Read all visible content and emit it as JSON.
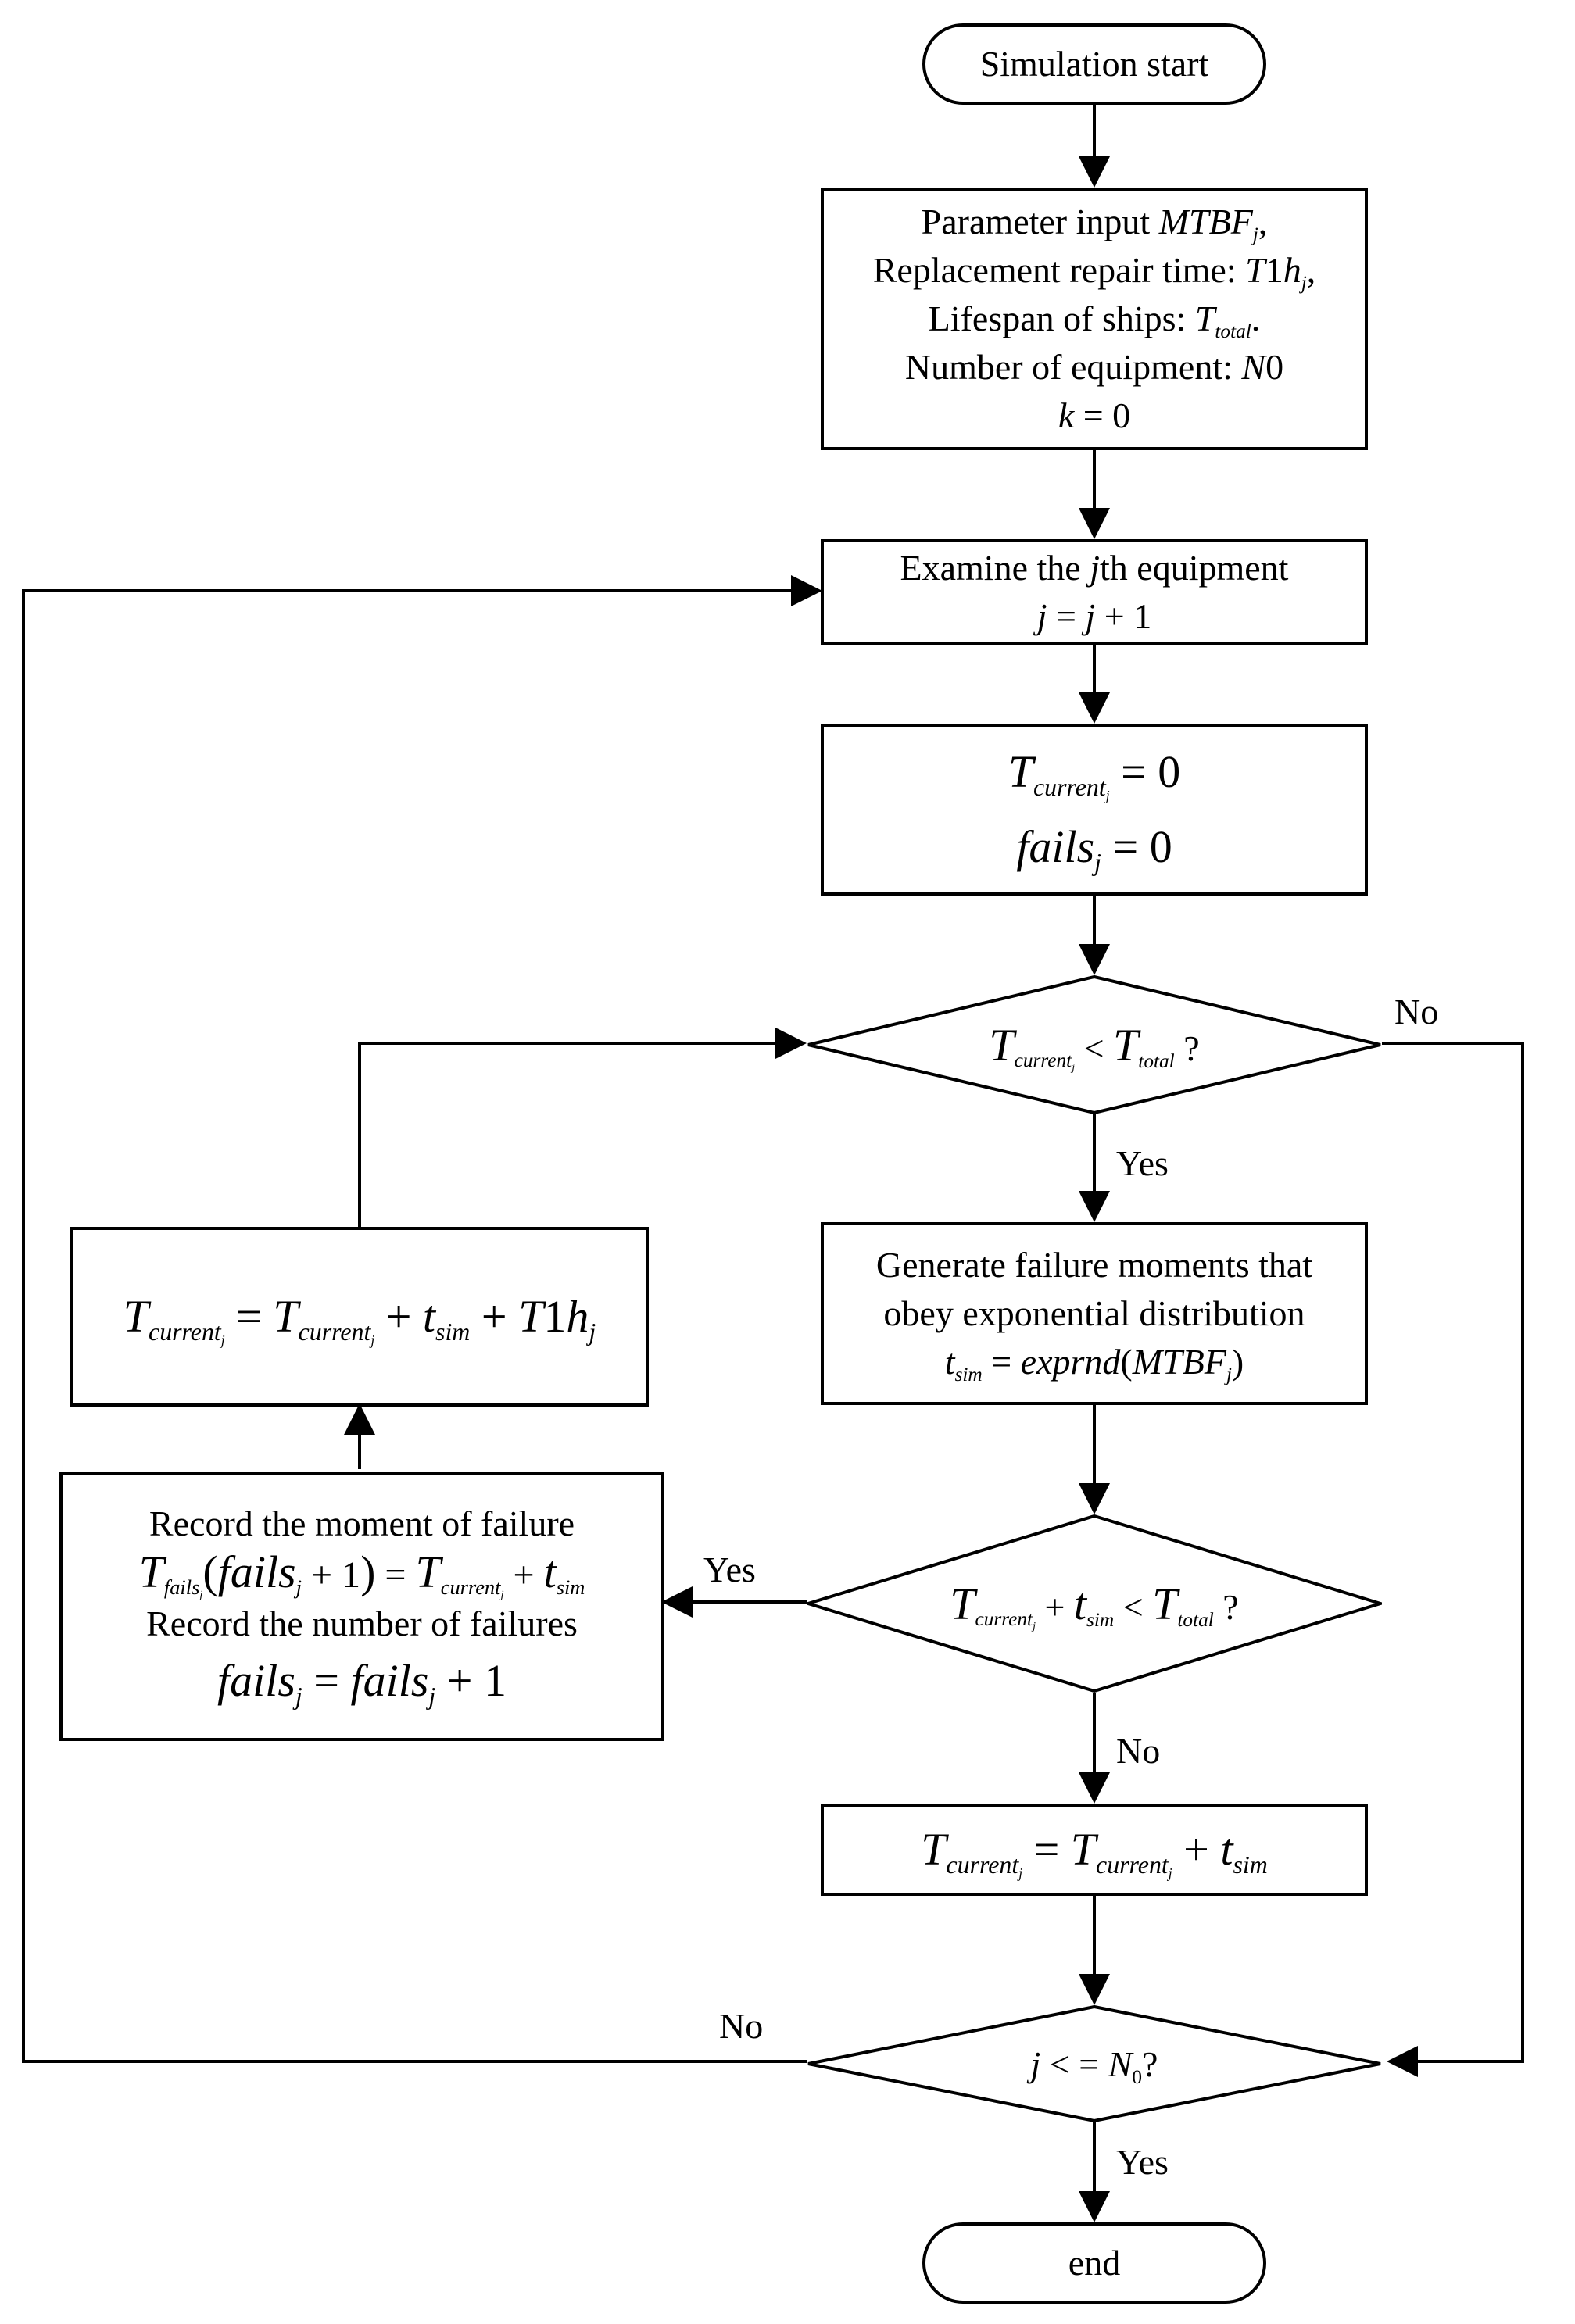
{
  "nodes": {
    "start": "Simulation start",
    "params": {
      "line1_text": "Parameter input ",
      "line1_var": "MTBF",
      "line1_sub": "j",
      "line1_end": ",",
      "line2_text": "Replacement repair time: ",
      "line2_var": "T",
      "line2_num": "1",
      "line2_var2": "h",
      "line2_sub": "j",
      "line2_end": ",",
      "line3_text": "Lifespan of ships: ",
      "line3_var": "T",
      "line3_sub": "total",
      "line3_end": ".",
      "line4_text": "Number of equipment: ",
      "line4_var": "N",
      "line4_num": "0",
      "line5_var": "k",
      "line5_rest": " = 0"
    },
    "examine": {
      "line1_a": "Examine the ",
      "line1_var": "j",
      "line1_b": "th equipment",
      "line2_var": "j",
      "line2_eq": " = ",
      "line2_var2": "j",
      "line2_rest": " + 1"
    },
    "init": {
      "t_var": "T",
      "t_sub": "current",
      "t_subsub": "j",
      "t_rest": " = 0",
      "f_var": "fails",
      "f_sub": "j",
      "f_rest": " = 0"
    },
    "cond1": {
      "t_var": "T",
      "t_sub": "current",
      "t_subsub": "j",
      "op": " < ",
      "t2_var": "T",
      "t2_sub": "total",
      "q": " ?"
    },
    "generate": {
      "line1": "Generate failure moments that",
      "line2": "obey exponential distribution",
      "line3_var": "t",
      "line3_sub": "sim",
      "line3_eq": " = ",
      "line3_func": "exprnd",
      "line3_open": "(",
      "line3_arg": "MTBF",
      "line3_argsub": "j",
      "line3_close": ")"
    },
    "update_left": {
      "lhs_var": "T",
      "lhs_sub": "current",
      "lhs_subsub": "j",
      "eq": " = ",
      "rhs_var": "T",
      "rhs_sub": "current",
      "rhs_subsub": "j",
      "plus1": " + ",
      "t_var": "t",
      "t_sub": "sim",
      "plus2": " + ",
      "T1_var": "T",
      "T1_num": "1",
      "h_var": "h",
      "h_sub": "j"
    },
    "record": {
      "line1": "Record the moment of failure",
      "l2_T": "T",
      "l2_Tsub": "fails",
      "l2_Tsubsub": "j",
      "l2_open": "(",
      "l2_f": "fails",
      "l2_fsub": "j",
      "l2_plus": " + 1",
      "l2_close": ")",
      "l2_eq": " = ",
      "l2_T2": "T",
      "l2_T2sub": "current",
      "l2_T2subsub": "j",
      "l2_plus2": " + ",
      "l2_t": "t",
      "l2_tsub": "sim",
      "line3": "Record the number of failures",
      "l4_f": "fails",
      "l4_fsub": "j",
      "l4_eq": " = ",
      "l4_f2": "fails",
      "l4_f2sub": "j",
      "l4_rest": " + 1"
    },
    "cond2": {
      "t_var": "T",
      "t_sub": "current",
      "t_subsub": "j",
      "plus": " + ",
      "s_var": "t",
      "s_sub": "sim",
      "op": " < ",
      "t2_var": "T",
      "t2_sub": "total",
      "q": " ?"
    },
    "update_right": {
      "lhs_var": "T",
      "lhs_sub": "current",
      "lhs_subsub": "j",
      "eq": " = ",
      "rhs_var": "T",
      "rhs_sub": "current",
      "rhs_subsub": "j",
      "plus": " + ",
      "t_var": "t",
      "t_sub": "sim"
    },
    "cond3": {
      "j_var": "j",
      "op": " < = ",
      "n_var": "N",
      "n_sub": "0",
      "q": "?"
    },
    "end": "end"
  },
  "labels": {
    "cond1_no": "No",
    "cond1_yes": "Yes",
    "cond2_yes": "Yes",
    "cond2_no": "No",
    "cond3_no": "No",
    "cond3_yes": "Yes"
  }
}
